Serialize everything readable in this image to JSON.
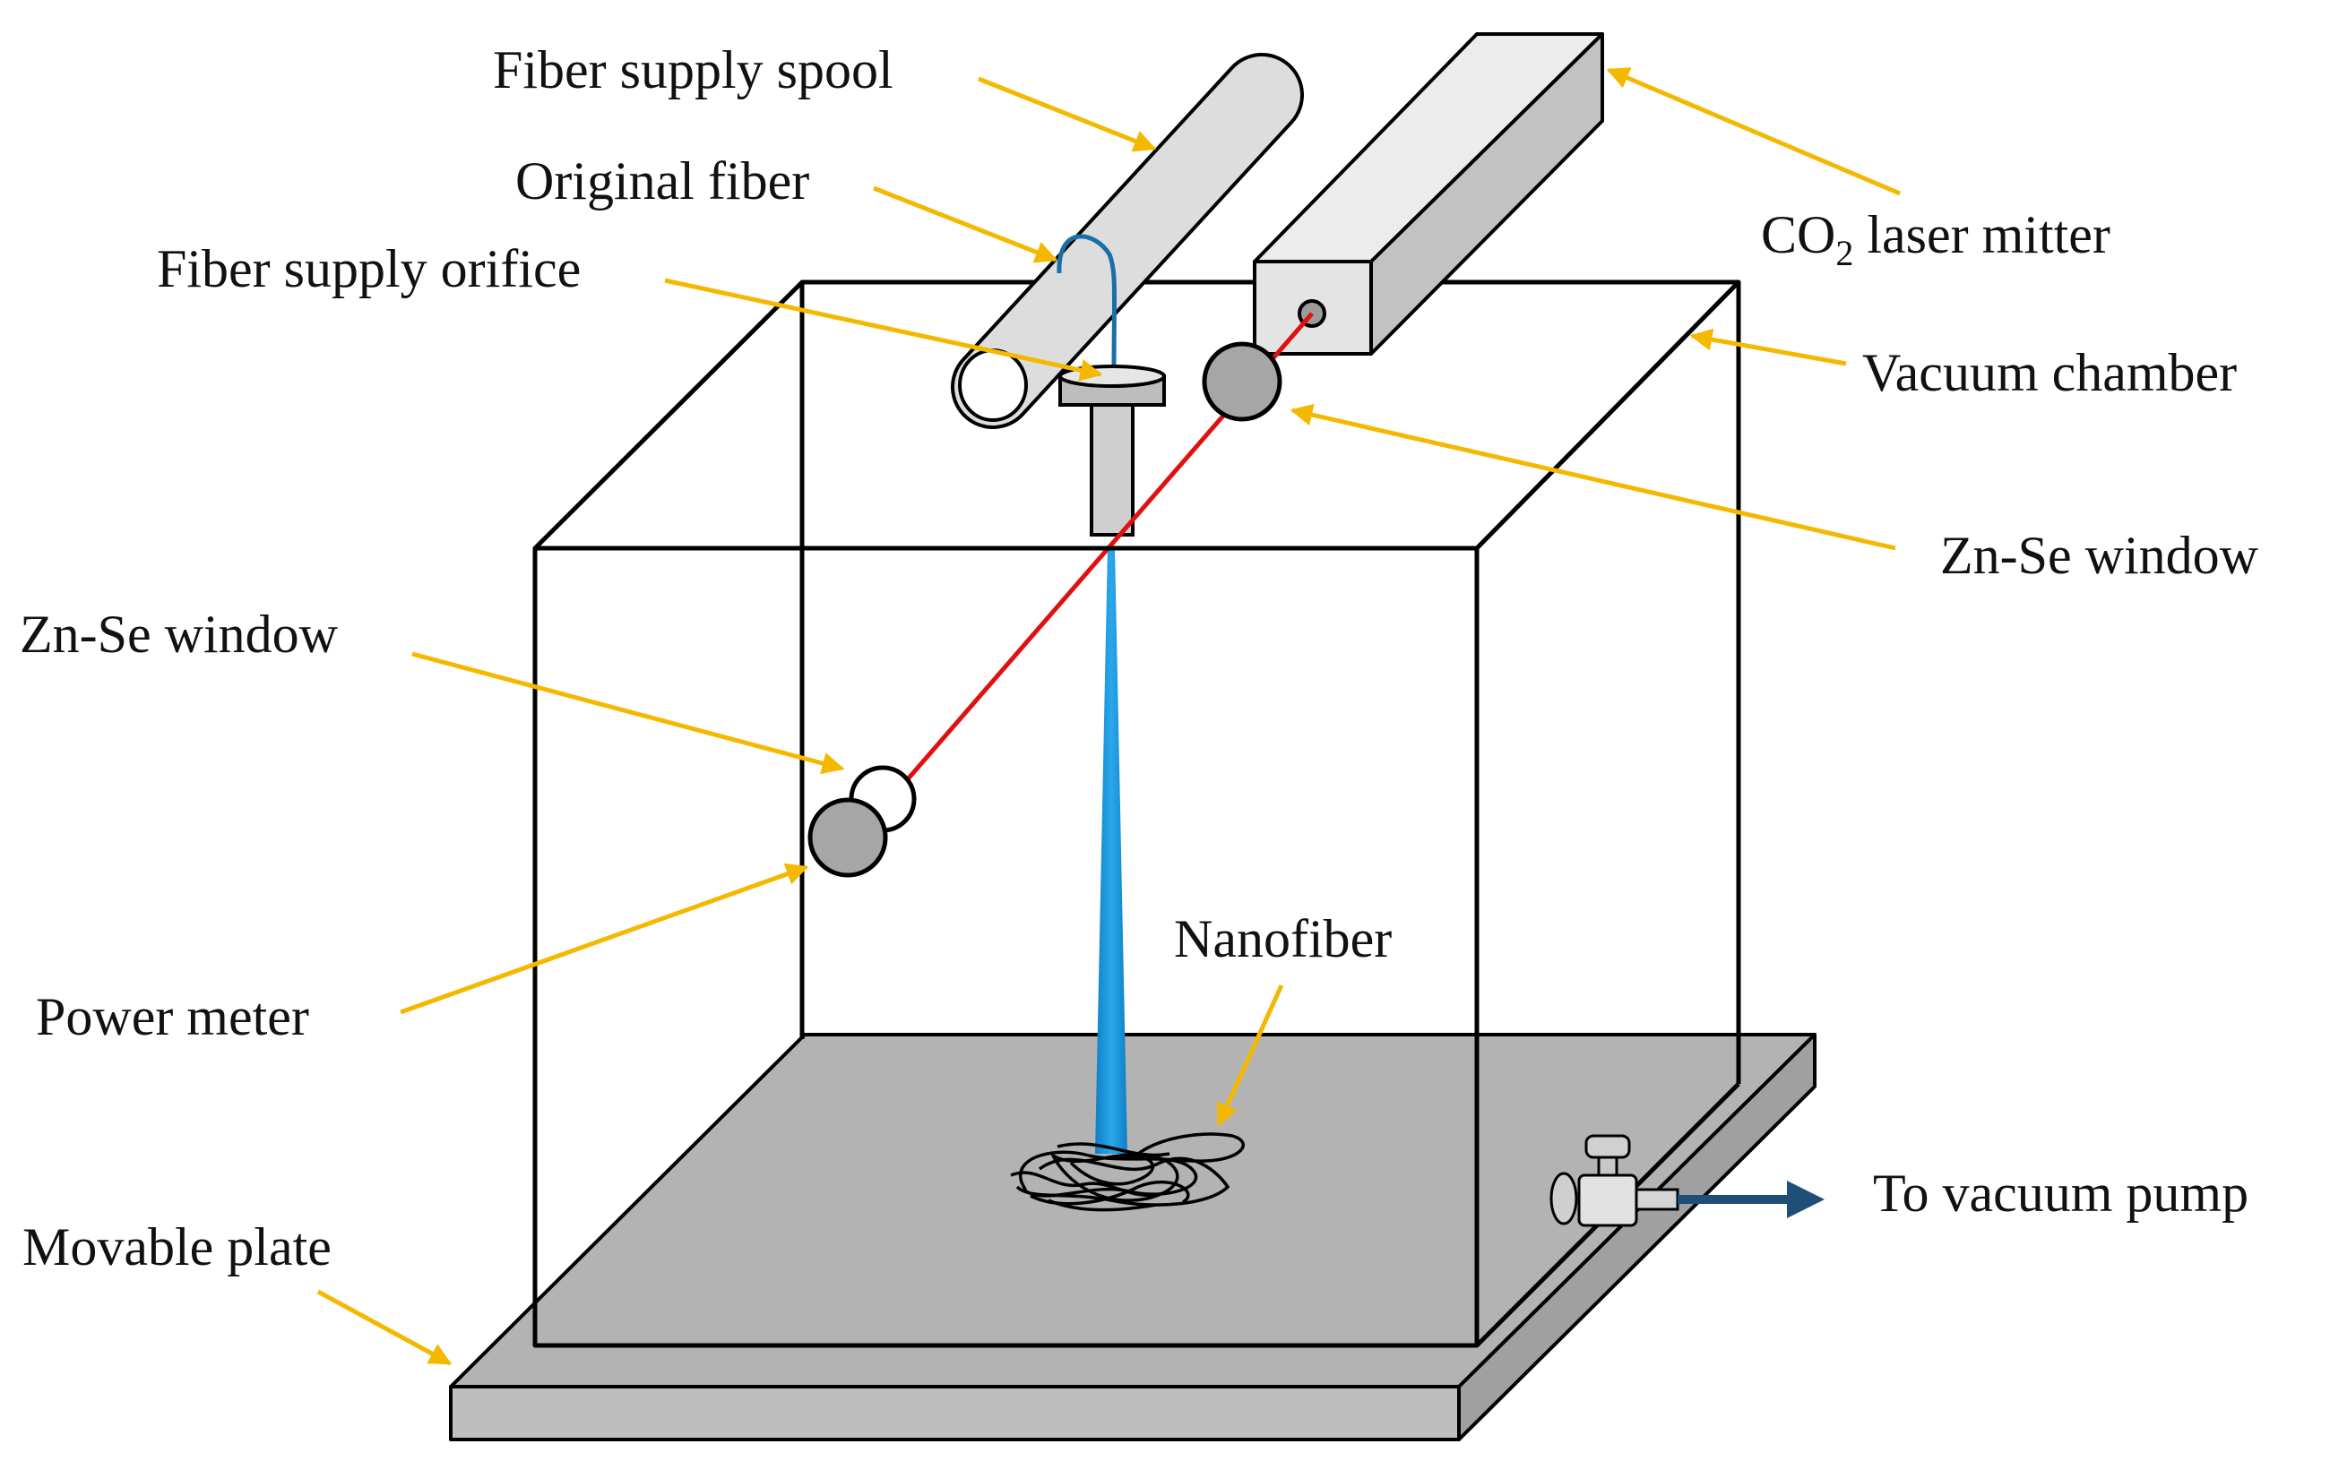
{
  "labels": {
    "fiber_supply_spool": "Fiber supply spool",
    "original_fiber": "Original fiber",
    "fiber_supply_orifice": "Fiber supply orifice",
    "co2_prefix": "CO",
    "co2_subscript": "2",
    "co2_suffix": " laser mitter",
    "vacuum_chamber": "Vacuum chamber",
    "znse_window_right": "Zn-Se window",
    "znse_window_left": "Zn-Se window",
    "power_meter": "Power meter",
    "nanofiber": "Nanofiber",
    "to_vacuum_pump": "To vacuum pump",
    "movable_plate": "Movable plate"
  },
  "colors": {
    "leader_arrow": "#F5B800",
    "laser_beam": "#E01010",
    "fiber_jet": "#1E9BE0",
    "original_fiber": "#1A6FA8",
    "plate_fill": "#B3B3B3",
    "component_fill": "#D9D9D9",
    "window_fill": "#A6A6A6",
    "pump_arrow": "#1F4E79"
  }
}
